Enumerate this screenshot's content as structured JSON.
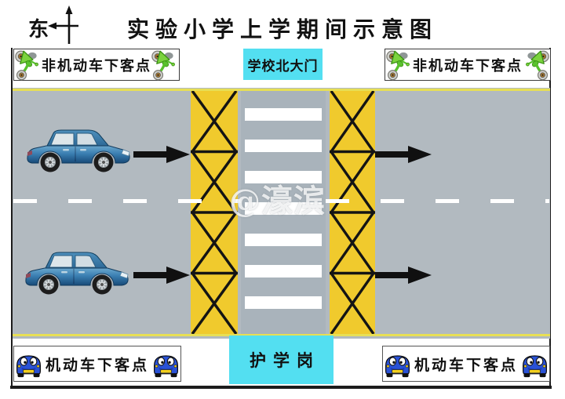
{
  "title": "实验小学上学期间示意图",
  "compass": {
    "label": "东"
  },
  "top_row": {
    "left_box": {
      "label": "非机动车下客点"
    },
    "gate": {
      "label": "学校北大门"
    },
    "right_box": {
      "label": "非机动车下客点"
    }
  },
  "road": {
    "watermark": "@濠滨"
  },
  "bottom_row": {
    "left_box": {
      "label": "机动车下客点"
    },
    "guard_post": {
      "label": "护学岗"
    },
    "right_box": {
      "label": "机动车下客点"
    }
  },
  "icons": {
    "compass": "compass-cross-arrow-icon",
    "top_boxes": "scooter-icon",
    "bottom_boxes": "cartoon-car-icon",
    "road_vehicles": "blue-car-icon",
    "lane_direction": "right-arrow-icon"
  },
  "colors": {
    "road": "#b2bac0",
    "crosswalk": "#a9b3bb",
    "zone_yellow": "#f0ca2d",
    "edge_yellow": "#e7df55",
    "cyan": "#53dff1",
    "car_blue": "#3b7fb2",
    "toycar_blue": "#2a52d6",
    "scooter_green": "#7bd33e"
  }
}
